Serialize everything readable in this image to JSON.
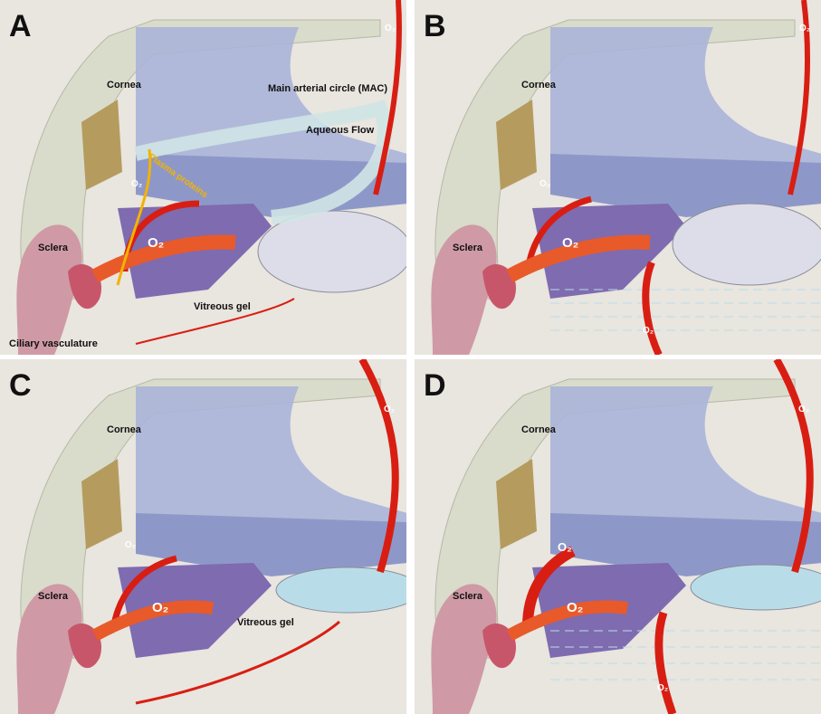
{
  "panels": [
    {
      "letter": "A",
      "labels": {
        "cornea": "Cornea",
        "sclera": "Sclera",
        "mac": "Main arterial circle (MAC)",
        "aqueous": "Aqueous Flow",
        "vitreous": "Vitreous gel",
        "ciliary": "Ciliary vasculature",
        "plasma": "Plasma proteins",
        "o2_large": "O₂",
        "o2_small": "O₂",
        "o2_lens": "O₂"
      }
    },
    {
      "letter": "B",
      "labels": {
        "cornea": "Cornea",
        "sclera": "Sclera",
        "o2_large": "O₂",
        "o2_small": "O₂",
        "o2_lens": "O₂",
        "o2_vitreous": "O₂"
      }
    },
    {
      "letter": "C",
      "labels": {
        "cornea": "Cornea",
        "sclera": "Sclera",
        "vitreous": "Vitreous gel",
        "o2_large": "O₂",
        "o2_small": "O₂",
        "o2_lens": "O₂"
      }
    },
    {
      "letter": "D",
      "labels": {
        "cornea": "Cornea",
        "sclera": "Sclera",
        "o2_large": "O₂",
        "o2_up": "O₂",
        "o2_lens": "O₂",
        "o2_vitreous": "O₂"
      }
    }
  ],
  "colors": {
    "background": "#e9e5df",
    "meshwork": "#aab4d8",
    "iris_layers": "#8e98c8",
    "ciliary_body": "#7f6bb0",
    "oxygen_arrow": "#d81e12",
    "aqueous_flow": "#cfe4e6",
    "vessel": "#c8566a",
    "lens_pale": "#dcdde8",
    "lens_cataract": "#b9dde8",
    "plasma_protein": "#f2b300",
    "cornea": "#d9dccb"
  }
}
